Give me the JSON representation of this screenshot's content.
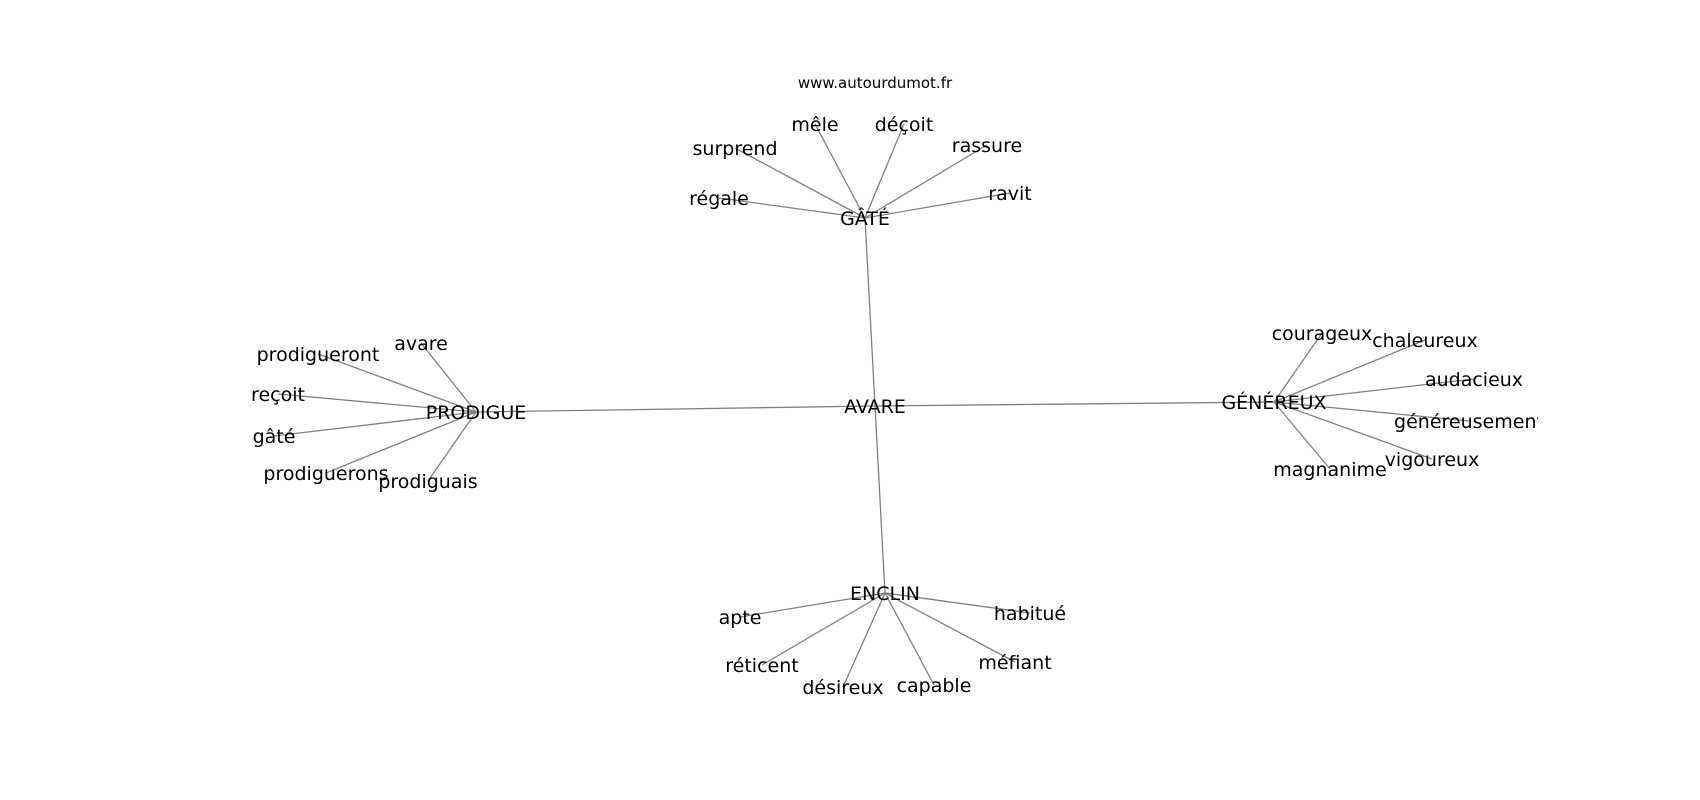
{
  "site": "www.autourdumot.fr",
  "graph": {
    "center": "AVARE",
    "hubs": [
      {
        "label": "GÂTÉ",
        "leaves": [
          "mêle",
          "déçoit",
          "surprend",
          "rassure",
          "régale",
          "ravit"
        ]
      },
      {
        "label": "PRODIGUE",
        "leaves": [
          "avare",
          "prodigueront",
          "reçoit",
          "gâté",
          "prodiguerons",
          "prodiguais"
        ]
      },
      {
        "label": "GÉNÉREUX",
        "leaves": [
          "courageux",
          "chaleureux",
          "audacieux",
          "généreusement",
          "vigoureux",
          "magnanime"
        ]
      },
      {
        "label": "ENCLIN",
        "leaves": [
          "habitué",
          "apte",
          "réticent",
          "méfiant",
          "désireux",
          "capable"
        ]
      }
    ]
  }
}
